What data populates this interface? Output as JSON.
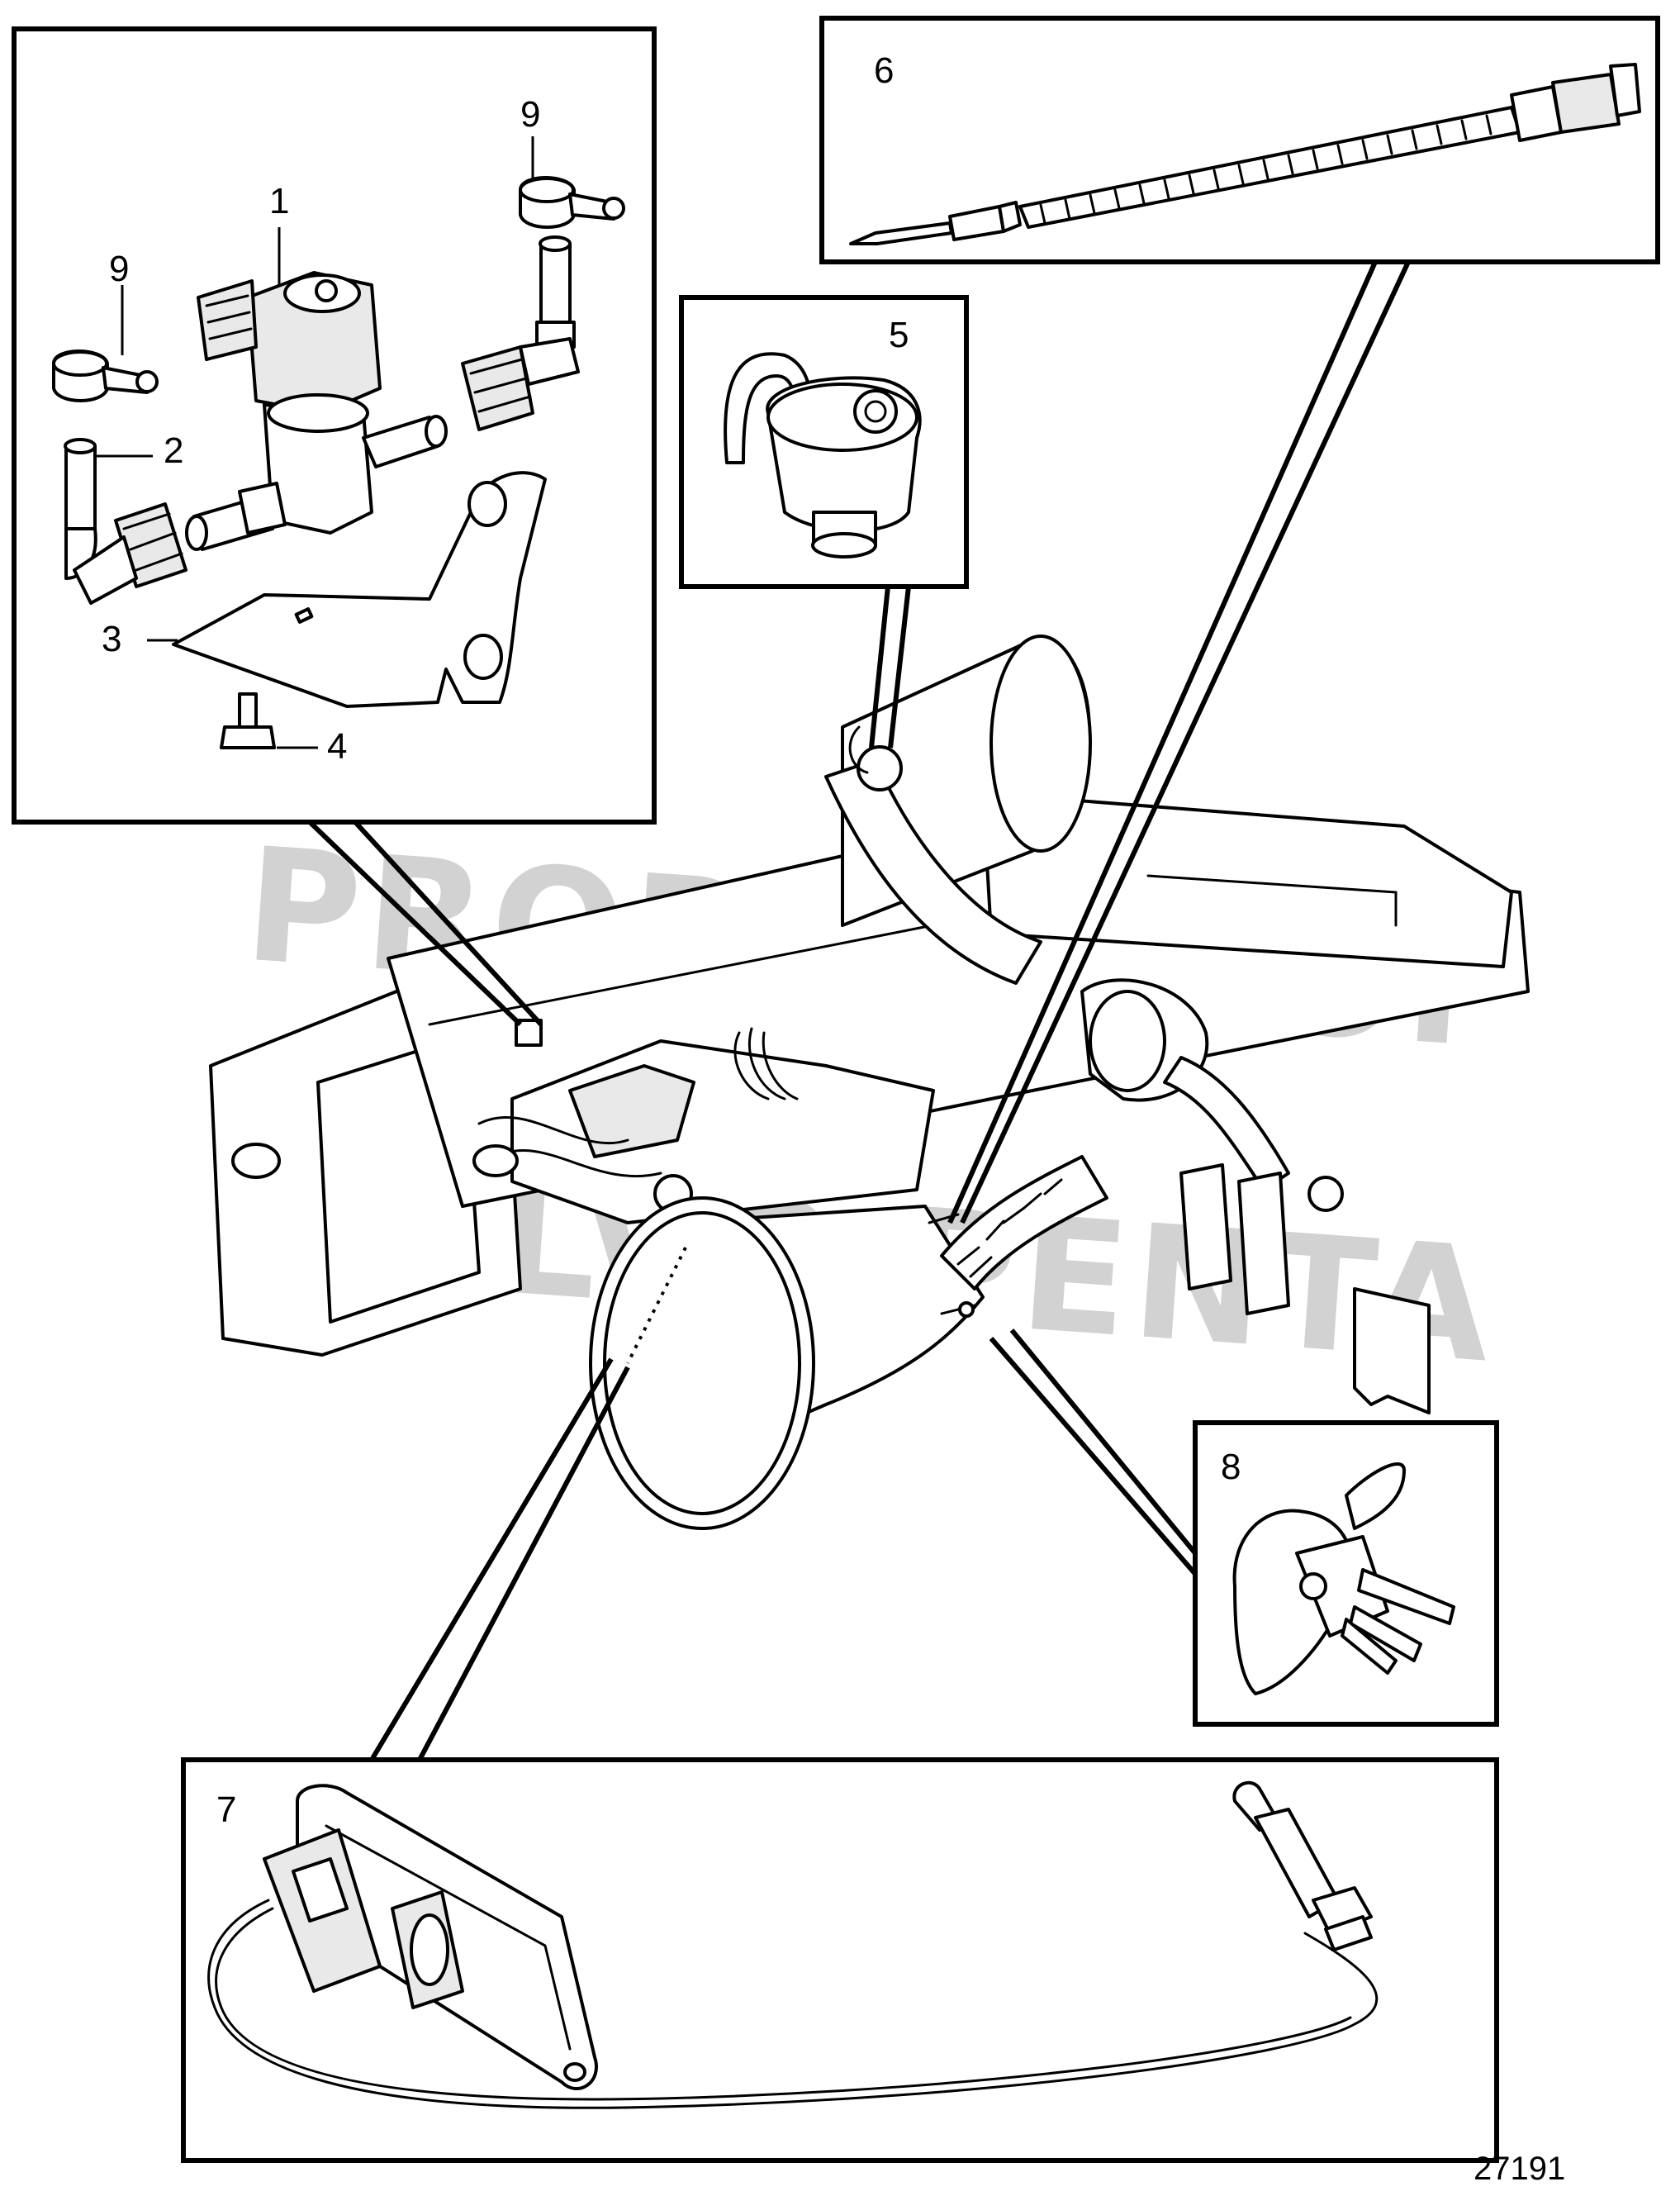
{
  "watermark": {
    "line1": "PROPERTY OF",
    "line2": "VOLVO PENTA",
    "color": "#d2d2d2"
  },
  "callouts": {
    "c1": "1",
    "c2": "2",
    "c3": "3",
    "c4": "4",
    "c5": "5",
    "c6": "6",
    "c7": "7",
    "c8": "8",
    "c9a": "9",
    "c9b": "9"
  },
  "drawing_number": "27191"
}
